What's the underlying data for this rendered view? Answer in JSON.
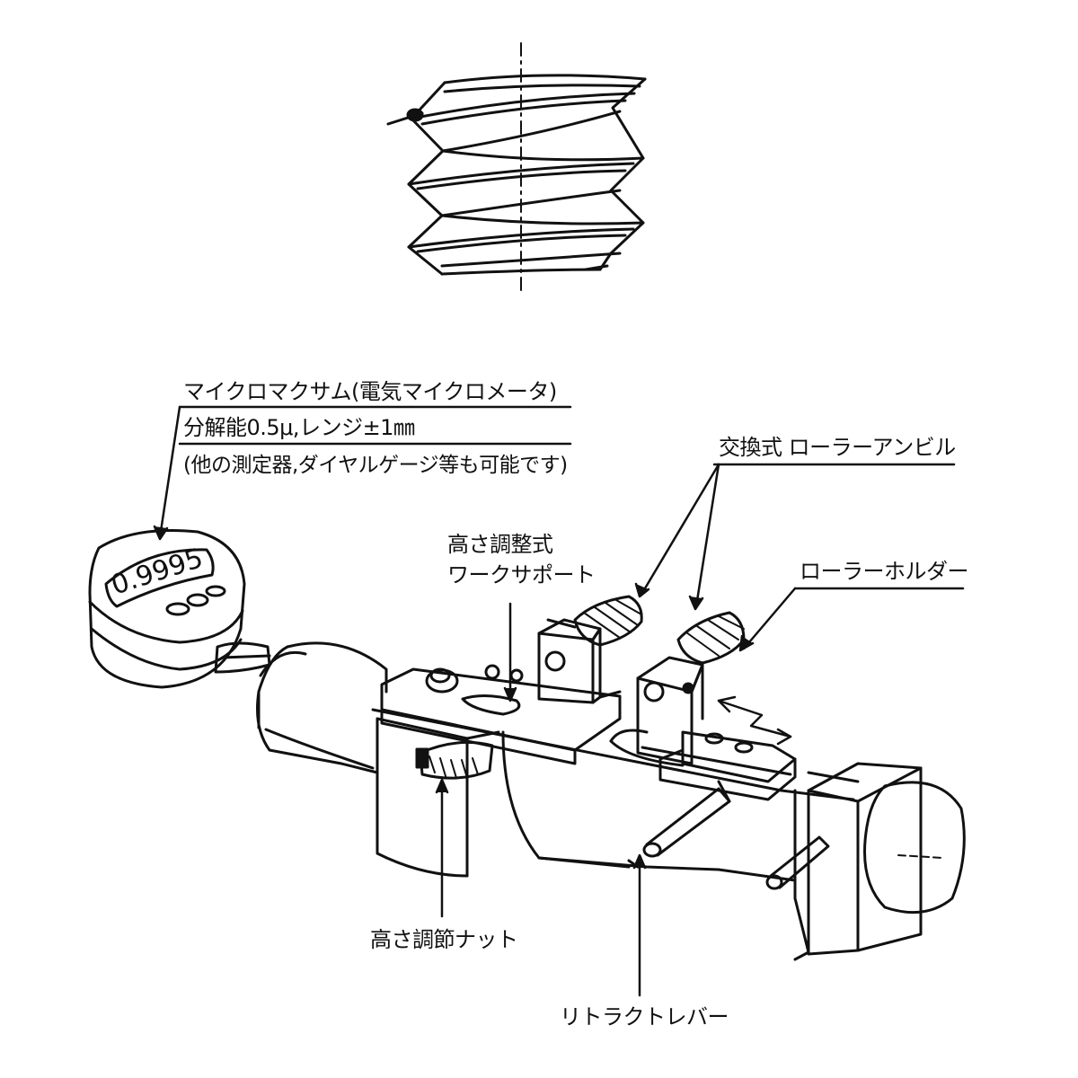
{
  "labels": {
    "micromaxum": "マイクロマクサム(電気マイクロメータ)",
    "resolution": "分解能0.5μ,レンジ±1㎜",
    "other_instruments": "(他の測定器,ダイヤルゲージ等も可能です)",
    "roller_anvil": "交換式 ローラーアンビル",
    "work_support_line1": "高さ調整式",
    "work_support_line2": "ワークサポート",
    "roller_holder": "ローラーホルダー",
    "height_nut": "高さ調節ナット",
    "retract_lever": "リトラクトレバー"
  },
  "gauge_display": {
    "reading": "0.9995"
  }
}
